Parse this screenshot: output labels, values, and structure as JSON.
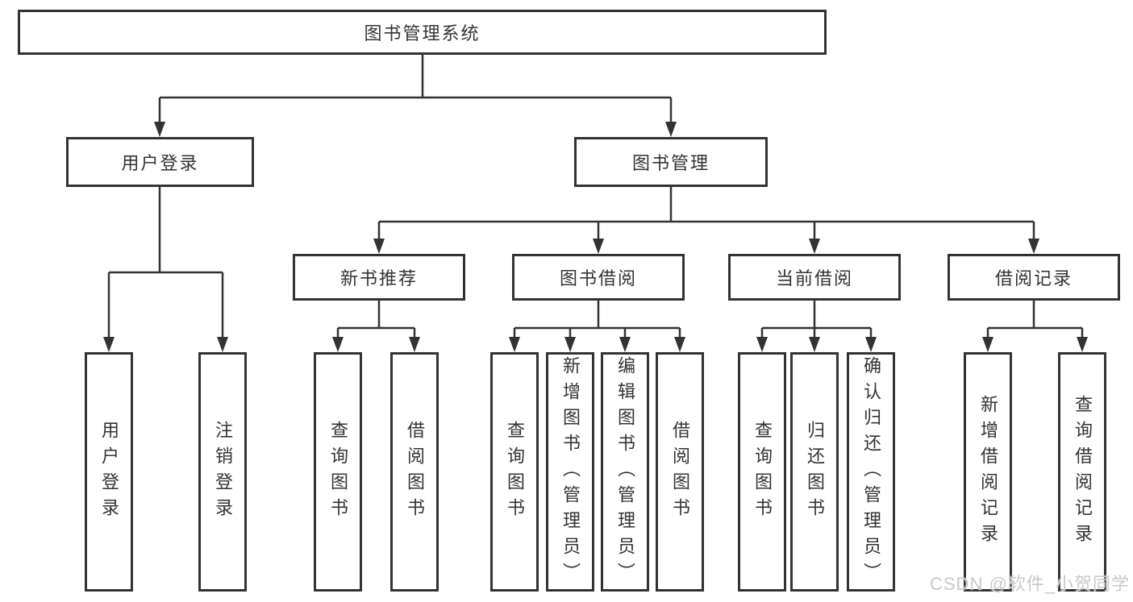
{
  "colors": {
    "line": "#333333",
    "text": "#333333",
    "background": "#ffffff",
    "watermark": "#c9c9c9"
  },
  "watermark": {
    "text": "CSDN @软件_小贺同学"
  },
  "diagram": {
    "root": {
      "label": "图书管理系统"
    },
    "branches": [
      {
        "label": "用户登录",
        "children": [
          {
            "label": "用户登录"
          },
          {
            "label": "注销登录"
          }
        ]
      },
      {
        "label": "图书管理",
        "children": [
          {
            "label": "新书推荐",
            "children": [
              {
                "label": "查询图书"
              },
              {
                "label": "借阅图书"
              }
            ]
          },
          {
            "label": "图书借阅",
            "children": [
              {
                "label": "查询图书"
              },
              {
                "label": "新增图书（管理员）"
              },
              {
                "label": "编辑图书（管理员）"
              },
              {
                "label": "借阅图书"
              }
            ]
          },
          {
            "label": "当前借阅",
            "children": [
              {
                "label": "查询图书"
              },
              {
                "label": "归还图书"
              },
              {
                "label": "确认归还（管理员）"
              }
            ]
          },
          {
            "label": "借阅记录",
            "children": [
              {
                "label": "新增借阅记录"
              },
              {
                "label": "查询借阅记录"
              }
            ]
          }
        ]
      }
    ]
  }
}
